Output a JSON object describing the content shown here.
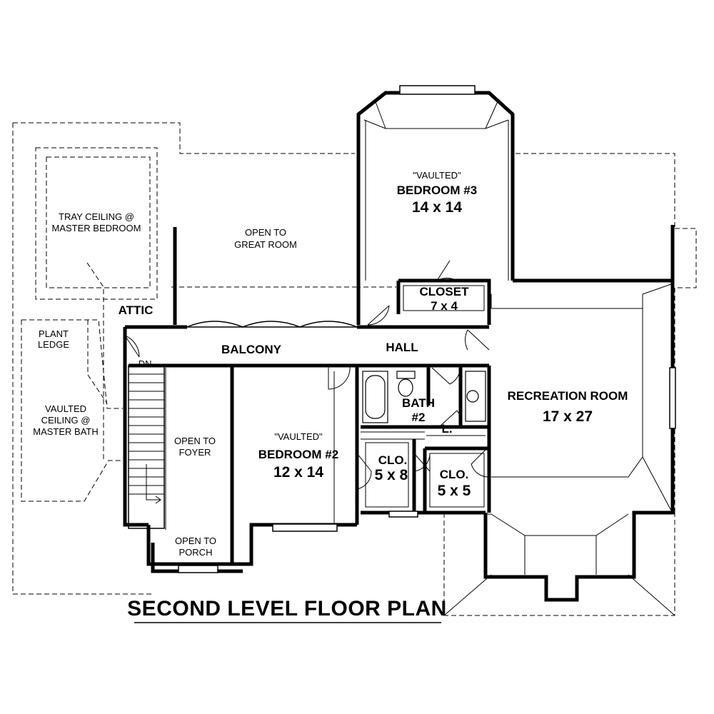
{
  "plan": {
    "title": "SECOND LEVEL FLOOR PLAN",
    "rooms": {
      "tray_ceiling": {
        "line1": "TRAY CEILING @",
        "line2": "MASTER BEDROOM"
      },
      "open_great_room": {
        "line1": "OPEN TO",
        "line2": "GREAT ROOM"
      },
      "bedroom3": {
        "note": "\"VAULTED\"",
        "name": "BEDROOM #3",
        "size": "14 x 14"
      },
      "closet": {
        "name": "CLOSET",
        "size": "7 x 4"
      },
      "attic": "ATTIC",
      "plant_ledge": {
        "line1": "PLANT",
        "line2": "LEDGE"
      },
      "balcony": "BALCONY",
      "hall": "HALL",
      "dn": "DN.",
      "vaulted_master_bath": {
        "line1": "VAULTED",
        "line2": "CEILING @",
        "line3": "MASTER BATH"
      },
      "open_foyer": {
        "line1": "OPEN TO",
        "line2": "FOYER"
      },
      "bedroom2": {
        "note": "\"VAULTED\"",
        "name": "BEDROOM #2",
        "size": "12 x 14"
      },
      "bath2": {
        "name": "BATH",
        "num": "#2"
      },
      "linen": "L.",
      "clo1": {
        "name": "CLO.",
        "size": "5 x 8"
      },
      "clo2": {
        "name": "CLO.",
        "size": "5 x 5"
      },
      "recreation": {
        "name": "RECREATION ROOM",
        "size": "17 x 27"
      },
      "open_porch": {
        "line1": "OPEN TO",
        "line2": "PORCH"
      }
    }
  }
}
